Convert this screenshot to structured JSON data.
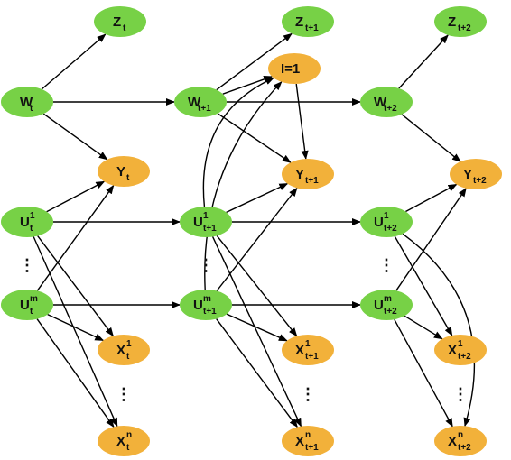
{
  "colors": {
    "observed_node": "#77d146",
    "latent_node": "#f2b13a",
    "edge": "#000000"
  },
  "nodes": {
    "z_t": {
      "main": "Z",
      "sup": "",
      "sub": "t",
      "kind": "observed_node"
    },
    "z_t1": {
      "main": "Z",
      "sup": "",
      "sub": "t+1",
      "kind": "observed_node"
    },
    "z_t2": {
      "main": "Z",
      "sup": "",
      "sub": "t+2",
      "kind": "observed_node"
    },
    "i1": {
      "main": "I=1",
      "sup": "",
      "sub": "",
      "kind": "latent_node"
    },
    "w_t": {
      "main": "W",
      "sup": "",
      "sub": "t",
      "kind": "observed_node"
    },
    "w_t1": {
      "main": "W",
      "sup": "",
      "sub": "t+1",
      "kind": "observed_node"
    },
    "w_t2": {
      "main": "W",
      "sup": "",
      "sub": "t+2",
      "kind": "observed_node"
    },
    "y_t": {
      "main": "Y",
      "sup": "",
      "sub": "t",
      "kind": "latent_node"
    },
    "y_t1": {
      "main": "Y",
      "sup": "",
      "sub": "t+1",
      "kind": "latent_node"
    },
    "y_t2": {
      "main": "Y",
      "sup": "",
      "sub": "t+2",
      "kind": "latent_node"
    },
    "u1_t": {
      "main": "U",
      "sup": "1",
      "sub": "t",
      "kind": "observed_node"
    },
    "u1_t1": {
      "main": "U",
      "sup": "1",
      "sub": "t+1",
      "kind": "observed_node"
    },
    "u1_t2": {
      "main": "U",
      "sup": "1",
      "sub": "t+2",
      "kind": "observed_node"
    },
    "um_t": {
      "main": "U",
      "sup": "m",
      "sub": "t",
      "kind": "observed_node"
    },
    "um_t1": {
      "main": "U",
      "sup": "m",
      "sub": "t+1",
      "kind": "observed_node"
    },
    "um_t2": {
      "main": "U",
      "sup": "m",
      "sub": "t+2",
      "kind": "observed_node"
    },
    "x1_t": {
      "main": "X",
      "sup": "1",
      "sub": "t",
      "kind": "latent_node"
    },
    "x1_t1": {
      "main": "X",
      "sup": "1",
      "sub": "t+1",
      "kind": "latent_node"
    },
    "x1_t2": {
      "main": "X",
      "sup": "1",
      "sub": "t+2",
      "kind": "latent_node"
    },
    "xn_t": {
      "main": "X",
      "sup": "n",
      "sub": "t",
      "kind": "latent_node"
    },
    "xn_t1": {
      "main": "X",
      "sup": "n",
      "sub": "t+1",
      "kind": "latent_node"
    },
    "xn_t2": {
      "main": "X",
      "sup": "n",
      "sub": "t+2",
      "kind": "latent_node"
    }
  },
  "ellipsis": [
    "⋮",
    "⋮",
    "⋮",
    "⋮",
    "⋮",
    "⋮"
  ],
  "edges": [
    [
      "w_t",
      "z_t"
    ],
    [
      "w_t",
      "w_t1"
    ],
    [
      "w_t",
      "y_t"
    ],
    [
      "u1_t",
      "y_t"
    ],
    [
      "u1_t",
      "u1_t1"
    ],
    [
      "u1_t",
      "x1_t"
    ],
    [
      "u1_t",
      "xn_t"
    ],
    [
      "um_t",
      "y_t"
    ],
    [
      "um_t",
      "um_t1"
    ],
    [
      "um_t",
      "x1_t"
    ],
    [
      "um_t",
      "xn_t"
    ],
    [
      "w_t1",
      "z_t1"
    ],
    [
      "w_t1",
      "i1"
    ],
    [
      "w_t1",
      "w_t2"
    ],
    [
      "w_t1",
      "y_t1"
    ],
    [
      "i1",
      "y_t1"
    ],
    [
      "u1_t1",
      "i1"
    ],
    [
      "u1_t1",
      "y_t1"
    ],
    [
      "u1_t1",
      "u1_t2"
    ],
    [
      "u1_t1",
      "x1_t1"
    ],
    [
      "u1_t1",
      "xn_t1"
    ],
    [
      "um_t1",
      "i1"
    ],
    [
      "um_t1",
      "y_t1"
    ],
    [
      "um_t1",
      "um_t2"
    ],
    [
      "um_t1",
      "x1_t1"
    ],
    [
      "um_t1",
      "xn_t1"
    ],
    [
      "w_t2",
      "z_t2"
    ],
    [
      "w_t2",
      "y_t2"
    ],
    [
      "u1_t2",
      "y_t2"
    ],
    [
      "u1_t2",
      "x1_t2"
    ],
    [
      "u1_t2",
      "xn_t2"
    ],
    [
      "um_t2",
      "y_t2"
    ],
    [
      "um_t2",
      "x1_t2"
    ],
    [
      "um_t2",
      "xn_t2"
    ]
  ]
}
